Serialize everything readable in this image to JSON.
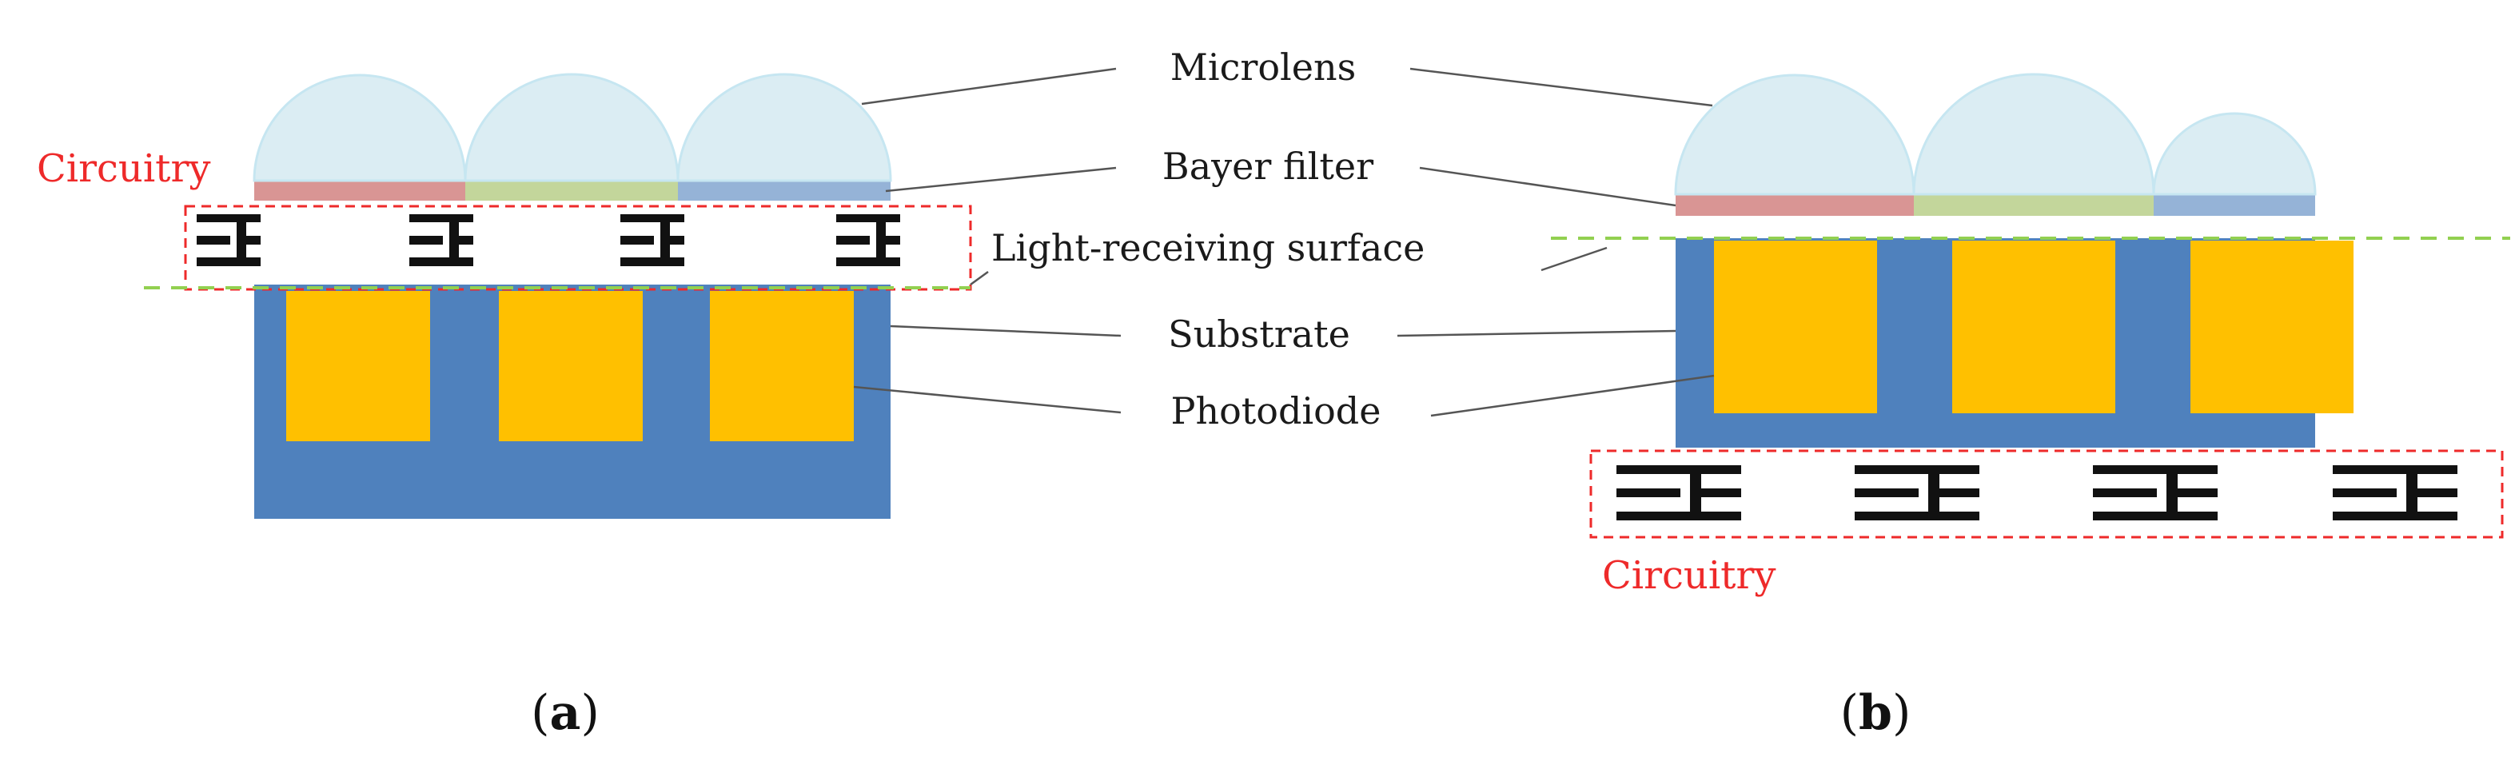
{
  "labels": {
    "microlens": "Microlens",
    "bayer_filter": "Bayer filter",
    "light_receiving_surface": "Light-receiving surface",
    "substrate": "Substrate",
    "photodiode": "Photodiode"
  },
  "panel_a": {
    "circuitry": "Circuitry",
    "caption_open": "(",
    "caption_letter": "a",
    "caption_close": ")"
  },
  "panel_b": {
    "circuitry": "Circuitry",
    "caption_open": "(",
    "caption_letter": "b",
    "caption_close": ")"
  },
  "colors": {
    "substrate": "#4f81bd",
    "photodiode": "#ffc000",
    "microlens": "#dbedf3",
    "filter_red": "#d99594",
    "filter_green": "#c3d69b",
    "filter_blue": "#95b3d7",
    "circuitry_outline": "#ee2a2a",
    "surface_line": "#92d050"
  }
}
